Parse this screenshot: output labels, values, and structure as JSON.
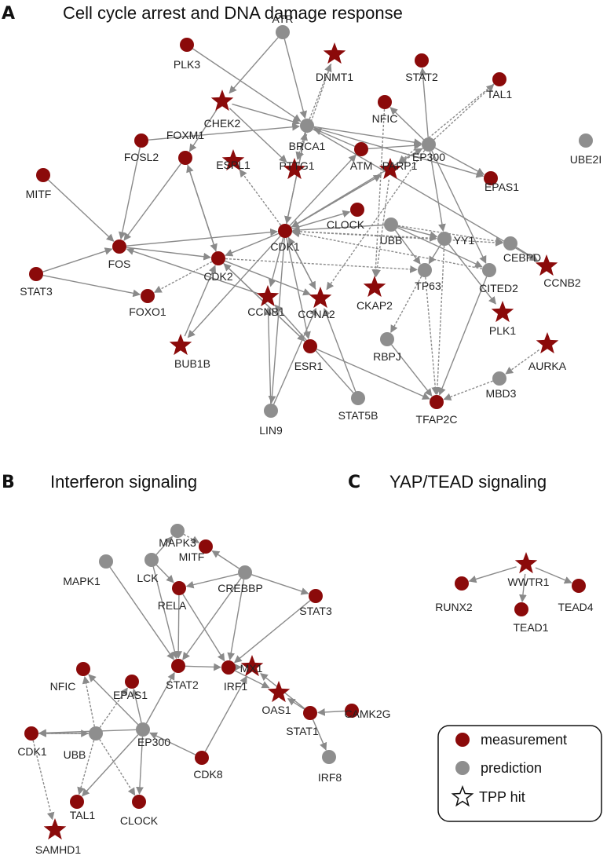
{
  "colors": {
    "measurement": "#8b0a0a",
    "prediction": "#8e8e8e",
    "edge": "#8a8a8a",
    "text": "#222222"
  },
  "panels": [
    {
      "id": "A",
      "letter": "A",
      "title": "Cell cycle arrest and DNA damage response"
    },
    {
      "id": "B",
      "letter": "B",
      "title": "Interferon signaling"
    },
    {
      "id": "C",
      "letter": "C",
      "title": "YAP/TEAD signaling"
    }
  ],
  "legend": {
    "items": [
      {
        "type": "measurement",
        "shape": "circle",
        "label": "measurement"
      },
      {
        "type": "prediction",
        "shape": "circle",
        "label": "prediction"
      },
      {
        "type": "tpp",
        "shape": "star-outline",
        "label": "TPP hit"
      }
    ]
  },
  "networks": {
    "A": {
      "nodes": [
        {
          "label": "ATR",
          "type": "prediction",
          "shape": "circle"
        },
        {
          "label": "DNMT1",
          "type": "measurement",
          "shape": "star"
        },
        {
          "label": "PLK3",
          "type": "measurement",
          "shape": "circle"
        },
        {
          "label": "STAT2",
          "type": "measurement",
          "shape": "circle"
        },
        {
          "label": "TAL1",
          "type": "measurement",
          "shape": "circle"
        },
        {
          "label": "CHEK2",
          "type": "measurement",
          "shape": "star"
        },
        {
          "label": "NFIC",
          "type": "measurement",
          "shape": "circle"
        },
        {
          "label": "BRCA1",
          "type": "prediction",
          "shape": "circle"
        },
        {
          "label": "FOSL2",
          "type": "measurement",
          "shape": "circle"
        },
        {
          "label": "ATM",
          "type": "measurement",
          "shape": "circle"
        },
        {
          "label": "EP300",
          "type": "prediction",
          "shape": "circle"
        },
        {
          "label": "UBE2I",
          "type": "prediction",
          "shape": "circle"
        },
        {
          "label": "MITF",
          "type": "measurement",
          "shape": "circle"
        },
        {
          "label": "FOXM1",
          "type": "measurement",
          "shape": "circle"
        },
        {
          "label": "ESPL1",
          "type": "measurement",
          "shape": "star"
        },
        {
          "label": "PTTG1",
          "type": "measurement",
          "shape": "star"
        },
        {
          "label": "PARP1",
          "type": "measurement",
          "shape": "star"
        },
        {
          "label": "EPAS1",
          "type": "measurement",
          "shape": "circle"
        },
        {
          "label": "CLOCK",
          "type": "measurement",
          "shape": "circle"
        },
        {
          "label": "UBB",
          "type": "prediction",
          "shape": "circle"
        },
        {
          "label": "CDK1",
          "type": "measurement",
          "shape": "circle"
        },
        {
          "label": "YY1",
          "type": "prediction",
          "shape": "circle"
        },
        {
          "label": "CEBPD",
          "type": "prediction",
          "shape": "circle"
        },
        {
          "label": "FOS",
          "type": "measurement",
          "shape": "circle"
        },
        {
          "label": "CDK2",
          "type": "measurement",
          "shape": "circle"
        },
        {
          "label": "TP63",
          "type": "prediction",
          "shape": "circle"
        },
        {
          "label": "CITED2",
          "type": "prediction",
          "shape": "circle"
        },
        {
          "label": "CCNB2",
          "type": "measurement",
          "shape": "star"
        },
        {
          "label": "STAT3",
          "type": "measurement",
          "shape": "circle"
        },
        {
          "label": "CKAP2",
          "type": "measurement",
          "shape": "star"
        },
        {
          "label": "FOXO1",
          "type": "measurement",
          "shape": "circle"
        },
        {
          "label": "CCNB1",
          "type": "measurement",
          "shape": "star"
        },
        {
          "label": "CCNA2",
          "type": "measurement",
          "shape": "star"
        },
        {
          "label": "PLK1",
          "type": "measurement",
          "shape": "star"
        },
        {
          "label": "BUB1B",
          "type": "measurement",
          "shape": "star"
        },
        {
          "label": "ESR1",
          "type": "measurement",
          "shape": "circle"
        },
        {
          "label": "RBPJ",
          "type": "prediction",
          "shape": "circle"
        },
        {
          "label": "AURKA",
          "type": "measurement",
          "shape": "star"
        },
        {
          "label": "MBD3",
          "type": "prediction",
          "shape": "circle"
        },
        {
          "label": "LIN9",
          "type": "prediction",
          "shape": "circle"
        },
        {
          "label": "STAT5B",
          "type": "prediction",
          "shape": "circle"
        },
        {
          "label": "TFAP2C",
          "type": "measurement",
          "shape": "circle"
        }
      ]
    },
    "B": {
      "nodes": [
        {
          "label": "MAPK3",
          "type": "prediction",
          "shape": "circle"
        },
        {
          "label": "MITF",
          "type": "measurement",
          "shape": "circle"
        },
        {
          "label": "LCK",
          "type": "prediction",
          "shape": "circle"
        },
        {
          "label": "MAPK1",
          "type": "prediction",
          "shape": "circle"
        },
        {
          "label": "RELA",
          "type": "measurement",
          "shape": "circle"
        },
        {
          "label": "CREBBP",
          "type": "prediction",
          "shape": "circle"
        },
        {
          "label": "STAT3",
          "type": "measurement",
          "shape": "circle"
        },
        {
          "label": "NFIC",
          "type": "measurement",
          "shape": "circle"
        },
        {
          "label": "EPAS1",
          "type": "measurement",
          "shape": "circle"
        },
        {
          "label": "STAT2",
          "type": "measurement",
          "shape": "circle"
        },
        {
          "label": "IRF1",
          "type": "measurement",
          "shape": "circle"
        },
        {
          "label": "OAS1",
          "type": "measurement",
          "shape": "star"
        },
        {
          "label": "UBB",
          "type": "prediction",
          "shape": "circle"
        },
        {
          "label": "EP300",
          "type": "prediction",
          "shape": "circle"
        },
        {
          "label": "CDK1",
          "type": "measurement",
          "shape": "circle"
        },
        {
          "label": "MX1",
          "type": "measurement",
          "shape": "star"
        },
        {
          "label": "STAT1",
          "type": "measurement",
          "shape": "circle"
        },
        {
          "label": "CAMK2G",
          "type": "measurement",
          "shape": "circle"
        },
        {
          "label": "CDK8",
          "type": "measurement",
          "shape": "circle"
        },
        {
          "label": "TAL1",
          "type": "measurement",
          "shape": "circle"
        },
        {
          "label": "CLOCK",
          "type": "measurement",
          "shape": "circle"
        },
        {
          "label": "IRF8",
          "type": "prediction",
          "shape": "circle"
        },
        {
          "label": "SAMHD1",
          "type": "measurement",
          "shape": "star"
        }
      ]
    },
    "C": {
      "nodes": [
        {
          "label": "WWTR1",
          "type": "measurement",
          "shape": "star"
        },
        {
          "label": "RUNX2",
          "type": "measurement",
          "shape": "circle"
        },
        {
          "label": "TEAD1",
          "type": "measurement",
          "shape": "circle"
        },
        {
          "label": "TEAD4",
          "type": "measurement",
          "shape": "circle"
        }
      ]
    }
  }
}
